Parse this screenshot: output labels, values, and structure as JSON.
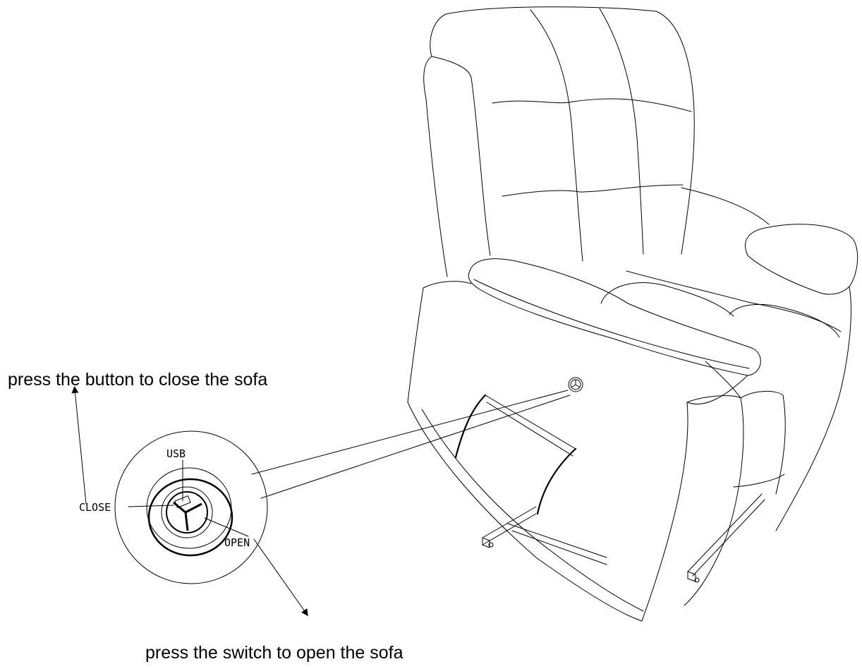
{
  "captions": {
    "close_instruction": "press the button to close the sofa",
    "open_instruction": "press the switch to open the sofa"
  },
  "callouts": {
    "usb": "USB",
    "close": "CLOSE",
    "open": "OPEN"
  }
}
